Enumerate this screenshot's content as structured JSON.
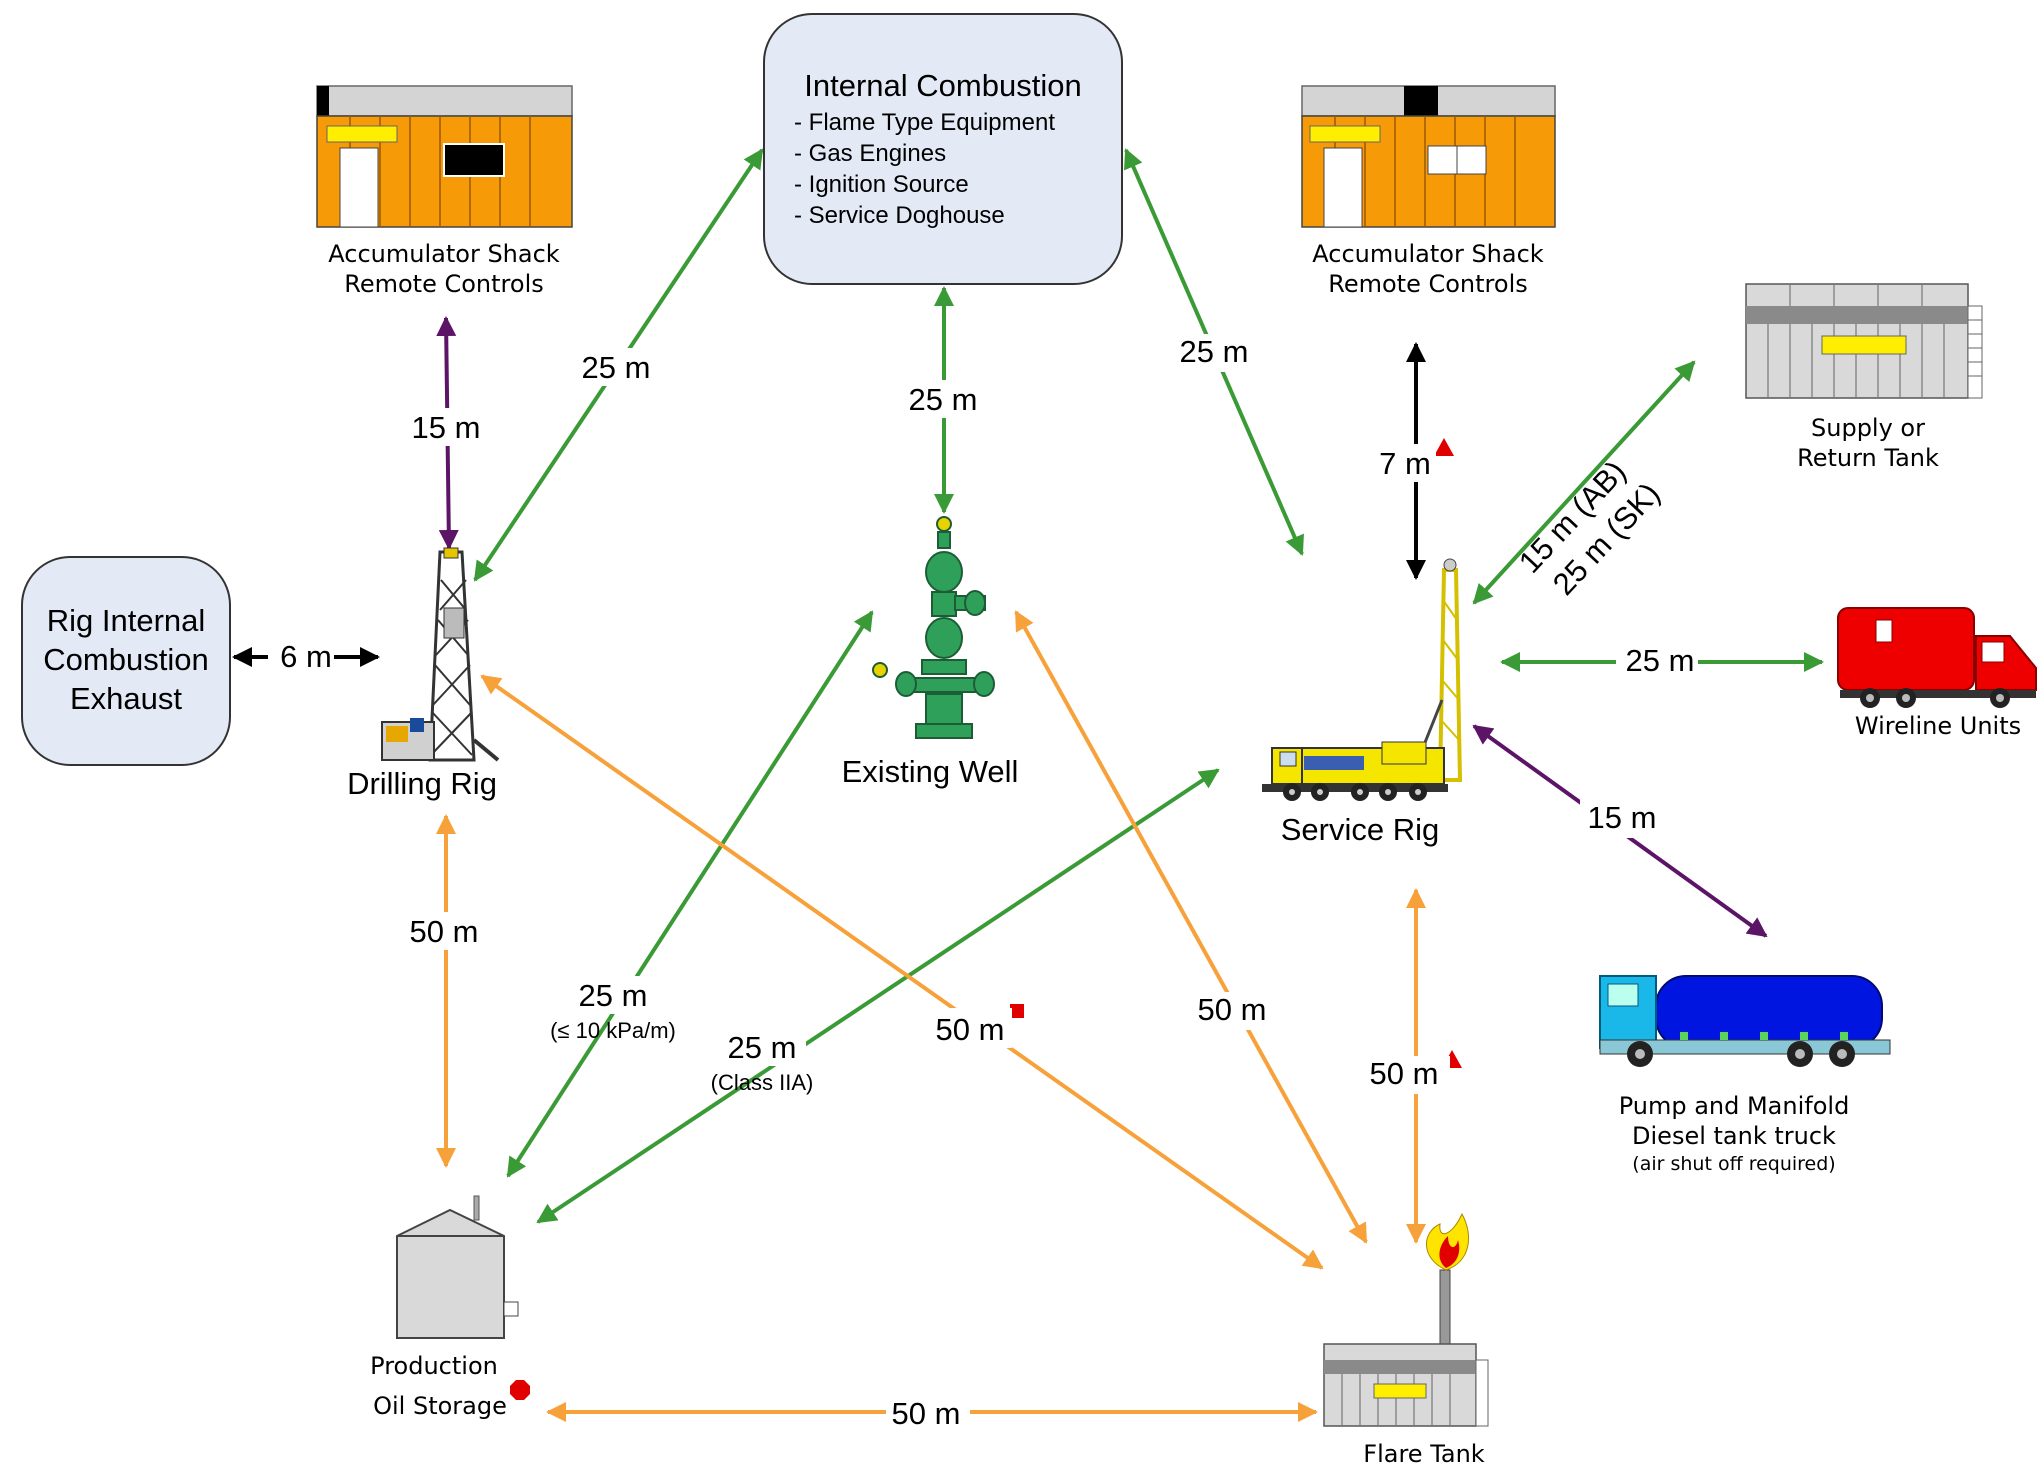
{
  "colors": {
    "green": "#3a9a35",
    "orange": "#f7a13a",
    "purple": "#5c1566",
    "black": "#000000",
    "red": "#e00000",
    "box_fill": "#e3eaf6",
    "shack_orange": "#f69a08",
    "tank_gray": "#d9d9d9"
  },
  "nodes": {
    "internal_combustion": {
      "title": "Internal Combustion",
      "items": [
        "- Flame Type Equipment",
        "- Gas Engines",
        "- Ignition Source",
        "- Service Doghouse"
      ]
    },
    "rig_exhaust": {
      "lines": [
        "Rig Internal",
        "Combustion",
        "Exhaust"
      ]
    },
    "accumulator_left": {
      "lines": [
        "Accumulator Shack",
        "Remote Controls"
      ]
    },
    "accumulator_right": {
      "lines": [
        "Accumulator Shack",
        "Remote Controls"
      ]
    },
    "supply_tank": {
      "lines": [
        "Supply or",
        "Return Tank"
      ]
    },
    "drilling_rig": {
      "label": "Drilling Rig"
    },
    "existing_well": {
      "label": "Existing Well"
    },
    "service_rig": {
      "label": "Service Rig"
    },
    "wireline": {
      "label": "Wireline Units"
    },
    "pump_truck": {
      "lines": [
        "Pump and Manifold",
        "Diesel tank truck"
      ],
      "note": "(air shut off required)"
    },
    "production_storage": {
      "lines": [
        "Production",
        "Oil Storage"
      ]
    },
    "flare_tank": {
      "label": "Flare Tank"
    }
  },
  "distances": {
    "exhaust_drilling": "6 m",
    "acc_left_drilling": "15 m",
    "ic_drilling": "25 m",
    "ic_well": "25 m",
    "ic_service": "25 m",
    "acc_right_service": "7 m",
    "supply_service_ab": "15 m (AB)",
    "supply_service_sk": "25 m (SK)",
    "wireline_service": "25 m",
    "pump_service": "15 m",
    "drilling_storage": "50 m",
    "well_storage": "25 m",
    "well_storage_note": "(≤ 10 kPa/m)",
    "service_storage": "25 m",
    "service_storage_note": "(Class IIA)",
    "drilling_flare": "50 m",
    "well_flare": "50 m",
    "service_flare": "50 m",
    "storage_flare": "50 m"
  }
}
